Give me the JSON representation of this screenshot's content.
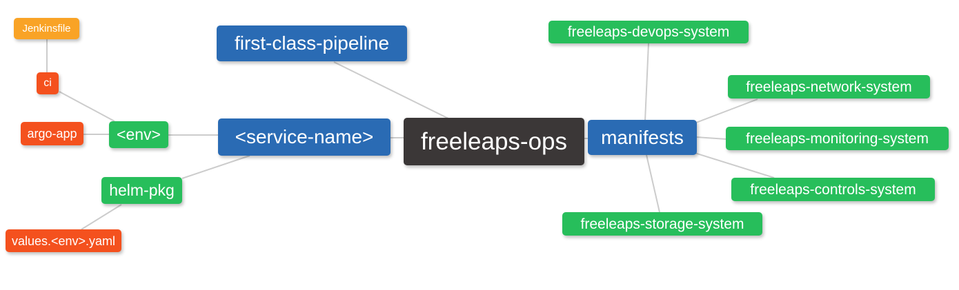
{
  "palette": {
    "root_bg": "#3B3737",
    "branch_blue": "#2A6BB4",
    "leaf_green": "#27BE5B",
    "leaf_red": "#F4511E",
    "leaf_amber": "#F9A326",
    "edge_gray": "#CCCCCC",
    "node_text": "#FFFFFF",
    "background": "#FFFFFF"
  },
  "nodes": {
    "root": {
      "label": "freeleaps-ops",
      "color": "#3B3737"
    },
    "first_class_pipeline": {
      "label": "first-class-pipeline",
      "color": "#2A6BB4"
    },
    "service_name": {
      "label": "<service-name>",
      "color": "#2A6BB4"
    },
    "manifests": {
      "label": "manifests",
      "color": "#2A6BB4"
    },
    "env": {
      "label": "<env>",
      "color": "#27BE5B"
    },
    "helm_pkg": {
      "label": "helm-pkg",
      "color": "#27BE5B"
    },
    "ci": {
      "label": "ci",
      "color": "#F4511E"
    },
    "argo_app": {
      "label": "argo-app",
      "color": "#F4511E"
    },
    "values_env_yaml": {
      "label": "values.<env>.yaml",
      "color": "#F4511E"
    },
    "jenkinsfile": {
      "label": "Jenkinsfile",
      "color": "#F9A326"
    },
    "devops_system": {
      "label": "freeleaps-devops-system",
      "color": "#27BE5B"
    },
    "network_system": {
      "label": "freeleaps-network-system",
      "color": "#27BE5B"
    },
    "monitoring_system": {
      "label": "freeleaps-monitoring-system",
      "color": "#27BE5B"
    },
    "controls_system": {
      "label": "freeleaps-controls-system",
      "color": "#27BE5B"
    },
    "storage_system": {
      "label": "freeleaps-storage-system",
      "color": "#27BE5B"
    }
  },
  "edges": [
    [
      "jenkinsfile",
      "ci"
    ],
    [
      "ci",
      "env"
    ],
    [
      "argo_app",
      "env"
    ],
    [
      "env",
      "service_name"
    ],
    [
      "service_name",
      "root"
    ],
    [
      "first_class_pipeline",
      "root"
    ],
    [
      "service_name",
      "helm_pkg"
    ],
    [
      "helm_pkg",
      "values_env_yaml"
    ],
    [
      "root",
      "manifests"
    ],
    [
      "manifests",
      "devops_system"
    ],
    [
      "manifests",
      "network_system"
    ],
    [
      "manifests",
      "monitoring_system"
    ],
    [
      "manifests",
      "controls_system"
    ],
    [
      "manifests",
      "storage_system"
    ]
  ]
}
